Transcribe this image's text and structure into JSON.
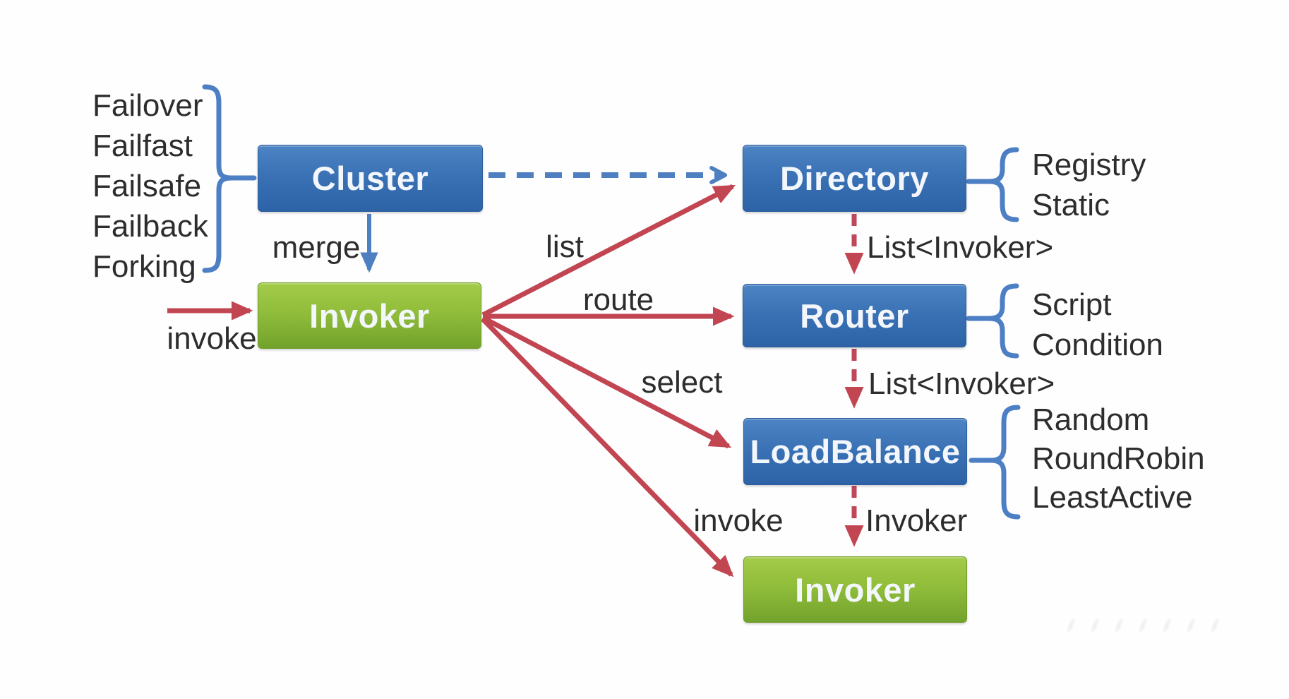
{
  "diagram": {
    "boxes": {
      "cluster": {
        "label": "Cluster"
      },
      "invoker_main": {
        "label": "Invoker"
      },
      "directory": {
        "label": "Directory"
      },
      "router": {
        "label": "Router"
      },
      "loadbalance": {
        "label": "LoadBalance"
      },
      "invoker_result": {
        "label": "Invoker"
      }
    },
    "edge_labels": {
      "merge": "merge",
      "invoke_left": "invoke",
      "list": "list",
      "route": "route",
      "select": "select",
      "invoke_bottom": "invoke",
      "directory_to_router": "List<Invoker>",
      "router_to_loadbalance": "List<Invoker>",
      "loadbalance_to_invoker": "Invoker"
    },
    "groups": {
      "cluster_options": [
        "Failover",
        "Failfast",
        "Failsafe",
        "Failback",
        "Forking"
      ],
      "directory_options": [
        "Registry",
        "Static"
      ],
      "router_options": [
        "Script",
        "Condition"
      ],
      "loadbalance_options": [
        "Random",
        "RoundRobin",
        "LeastActive"
      ]
    },
    "colors": {
      "blue_box": "#3a72b5",
      "green_box": "#8fbc3a",
      "red_arrow": "#c24552",
      "blue_arrow": "#4e7fc1",
      "brace_blue": "#4d7fc4",
      "label_text": "#2d2d2d",
      "box_text": "#f3f7fc"
    }
  }
}
